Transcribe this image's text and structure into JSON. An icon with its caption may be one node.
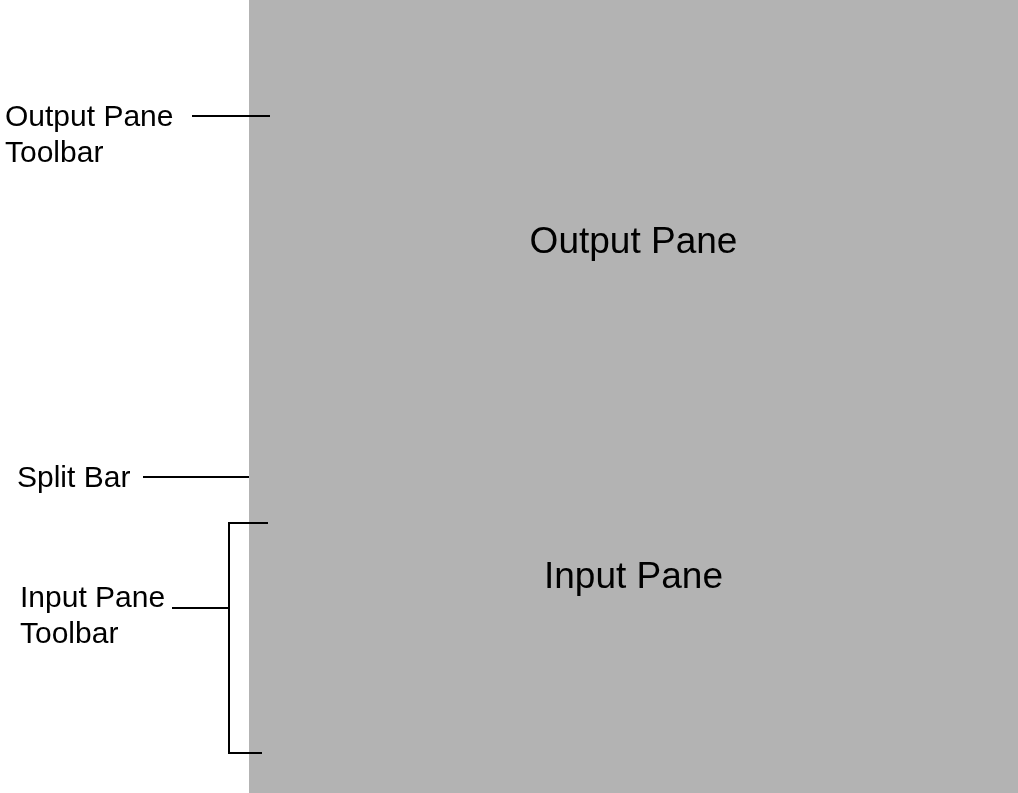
{
  "diagram": {
    "nodes": [
      {
        "text": [
          "Output Pane Toolbar"
        ]
      },
      {
        "text": [
          "Split Bar"
        ]
      },
      {
        "text": [
          "Input Pane Toolbar"
        ]
      },
      {
        "text": [
          "Output Pane"
        ]
      },
      {
        "text": [
          "Input Pane"
        ]
      },
      {
        "text": [],
        "shape": "bracket"
      }
    ],
    "edges": [
      {
        "from": 0,
        "to": 3,
        "arrow": "none"
      },
      {
        "from": 1,
        "to": 4,
        "arrow": "none"
      },
      {
        "from": 2,
        "to": 5,
        "arrow": "none"
      }
    ]
  }
}
